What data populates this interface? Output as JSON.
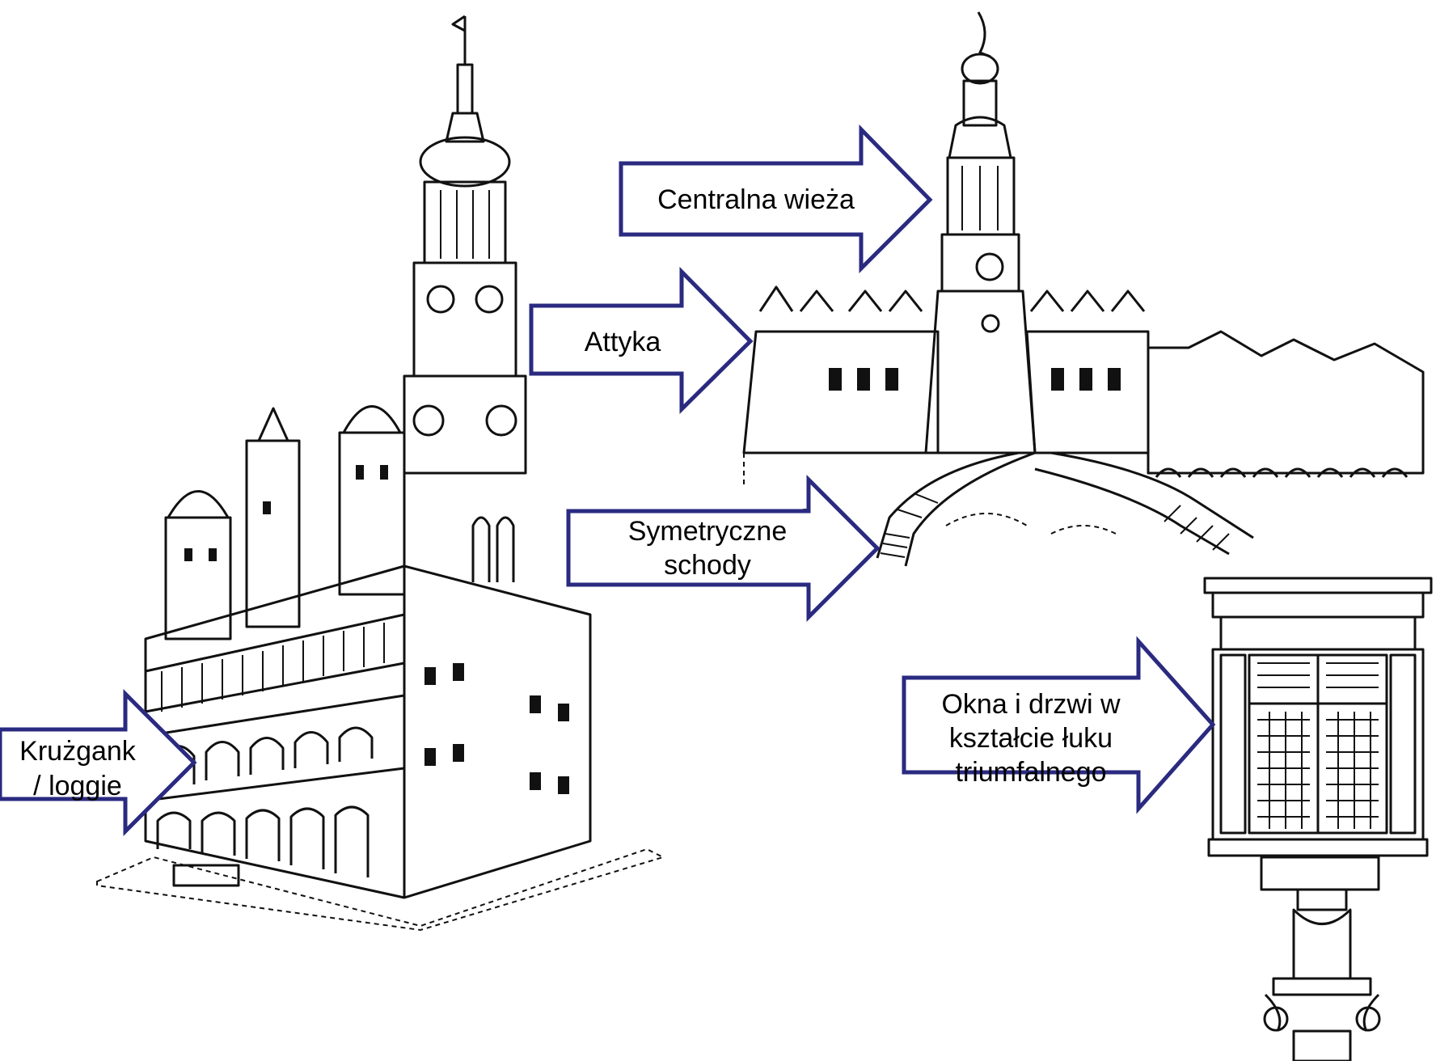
{
  "colors": {
    "arrow_stroke": "#2a2a80",
    "arrow_fill": "#ffffff",
    "ink": "#111111",
    "background": "#ffffff"
  },
  "labels": {
    "central_tower": "Centralna wieża",
    "attic": "Attyka",
    "stairs_line1": "Symetryczne",
    "stairs_line2": "schody",
    "windows_line1": "Okna i drzwi w",
    "windows_line2": "kształcie łuku",
    "windows_line3": "triumfalnego",
    "loggia_line1": "Krużgank",
    "loggia_line2": "/ loggie"
  }
}
